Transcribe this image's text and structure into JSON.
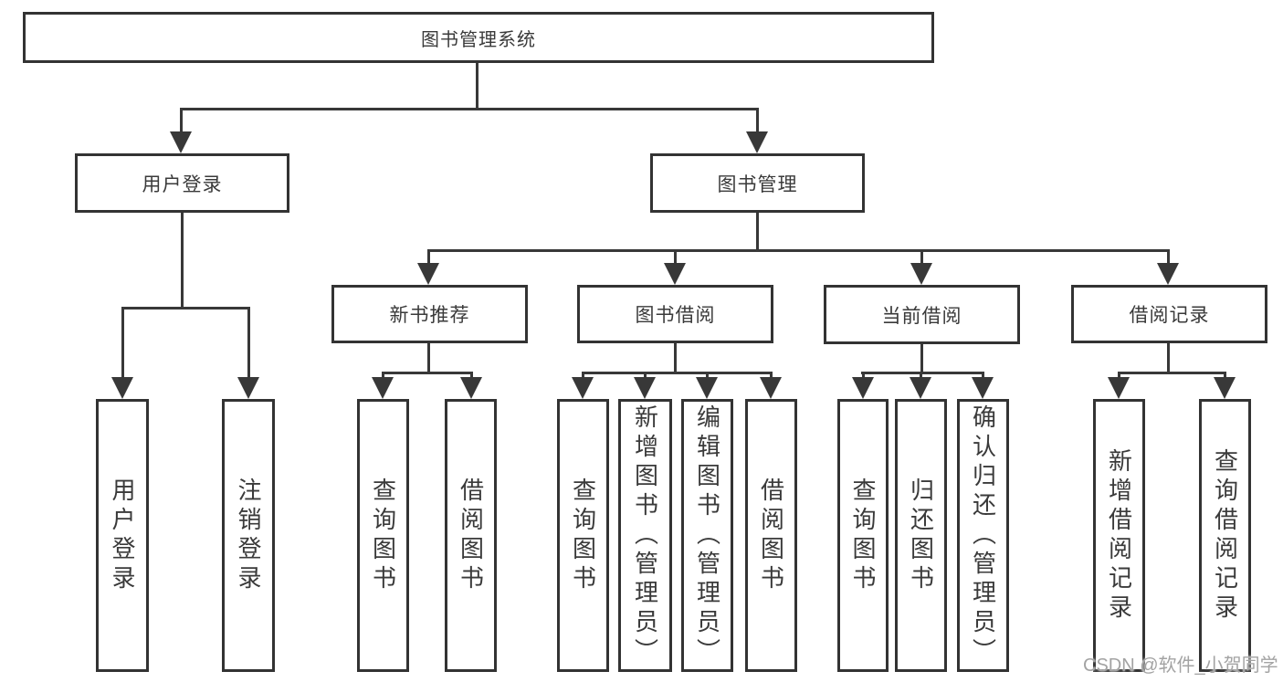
{
  "tree": {
    "label": "图书管理系统",
    "children": [
      {
        "label": "用户登录",
        "children": [
          {
            "label": "用户登录"
          },
          {
            "label": "注销登录"
          }
        ]
      },
      {
        "label": "图书管理",
        "children": [
          {
            "label": "新书推荐",
            "children": [
              {
                "label": "查询图书"
              },
              {
                "label": "借阅图书"
              }
            ]
          },
          {
            "label": "图书借阅",
            "children": [
              {
                "label": "查询图书"
              },
              {
                "label": "新增图书（管理员）"
              },
              {
                "label": "编辑图书（管理员）"
              },
              {
                "label": "借阅图书"
              }
            ]
          },
          {
            "label": "当前借阅",
            "children": [
              {
                "label": "查询图书"
              },
              {
                "label": "归还图书"
              },
              {
                "label": "确认归还（管理员）"
              }
            ]
          },
          {
            "label": "借阅记录",
            "children": [
              {
                "label": "新增借阅记录"
              },
              {
                "label": "查询借阅记录"
              }
            ]
          }
        ]
      }
    ]
  },
  "watermark": {
    "text": "CSDN @软件_小贺同学"
  },
  "colors": {
    "line": "#383838",
    "box_border": "#333333",
    "text": "#3a3a3a",
    "watermark": "#a3a3a3",
    "background": "#ffffff"
  }
}
